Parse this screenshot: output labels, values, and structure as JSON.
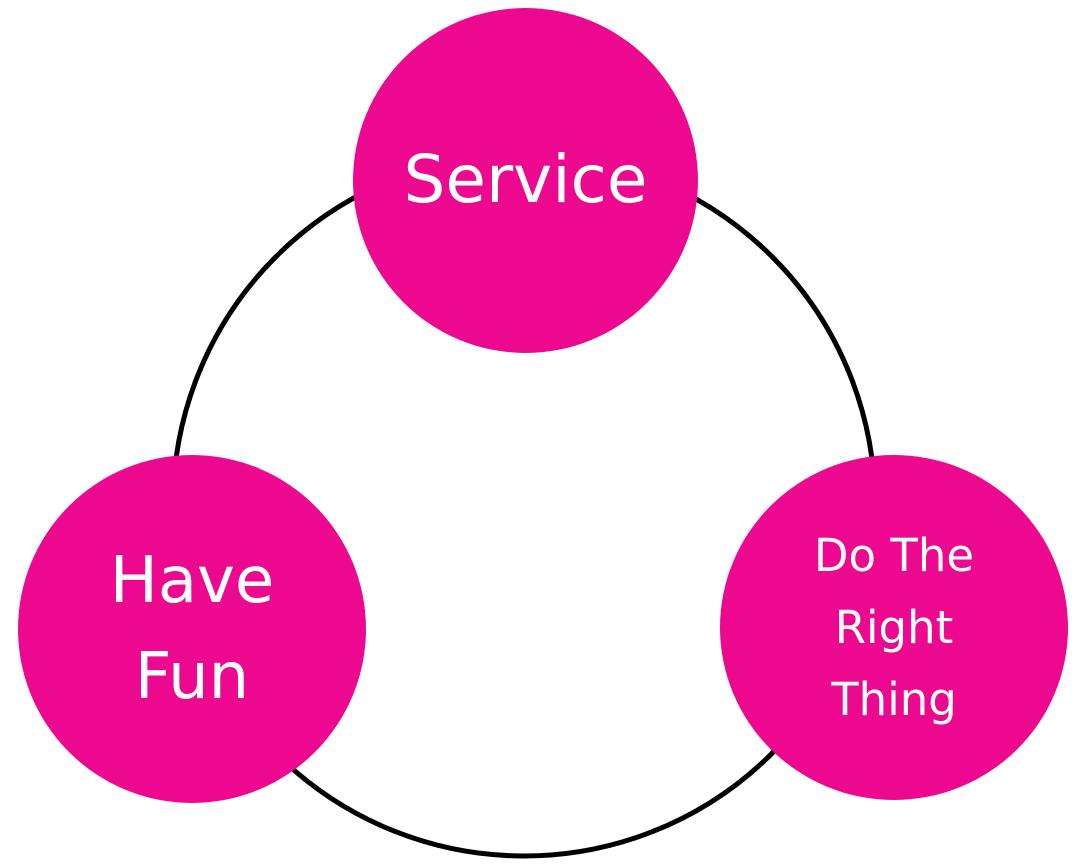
{
  "colors": {
    "node_fill": "#EC0990",
    "node_text": "#FFFFFF",
    "ring_stroke": "#000000"
  },
  "nodes": {
    "service": "Service",
    "have_fun": "Have\nFun",
    "do_right_thing": "Do The\nRight\nThing"
  }
}
